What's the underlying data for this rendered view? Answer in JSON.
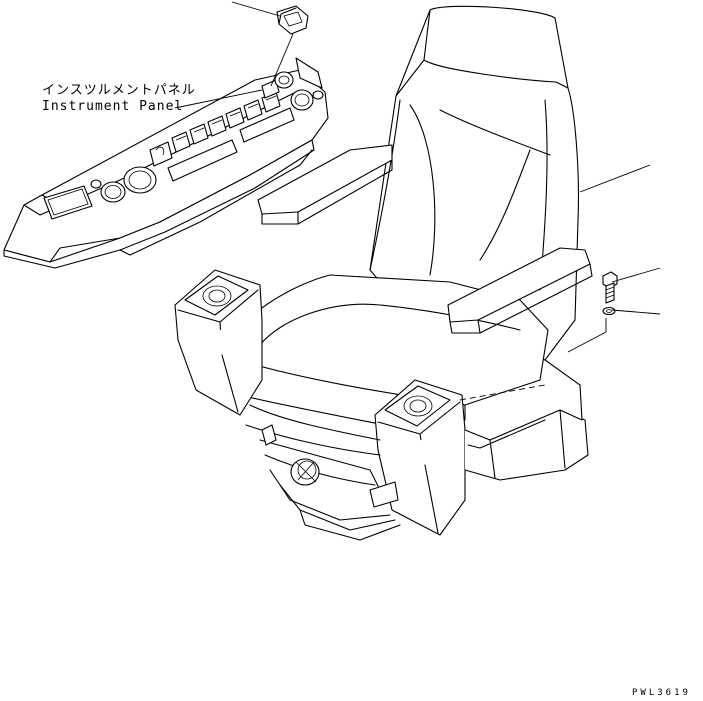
{
  "labels": {
    "instrument_panel_jp": "インスツルメントパネル",
    "instrument_panel_en": "Instrument Panel",
    "drawing_code": "PWL3619"
  },
  "colors": {
    "line": "#000000",
    "background": "#ffffff"
  }
}
